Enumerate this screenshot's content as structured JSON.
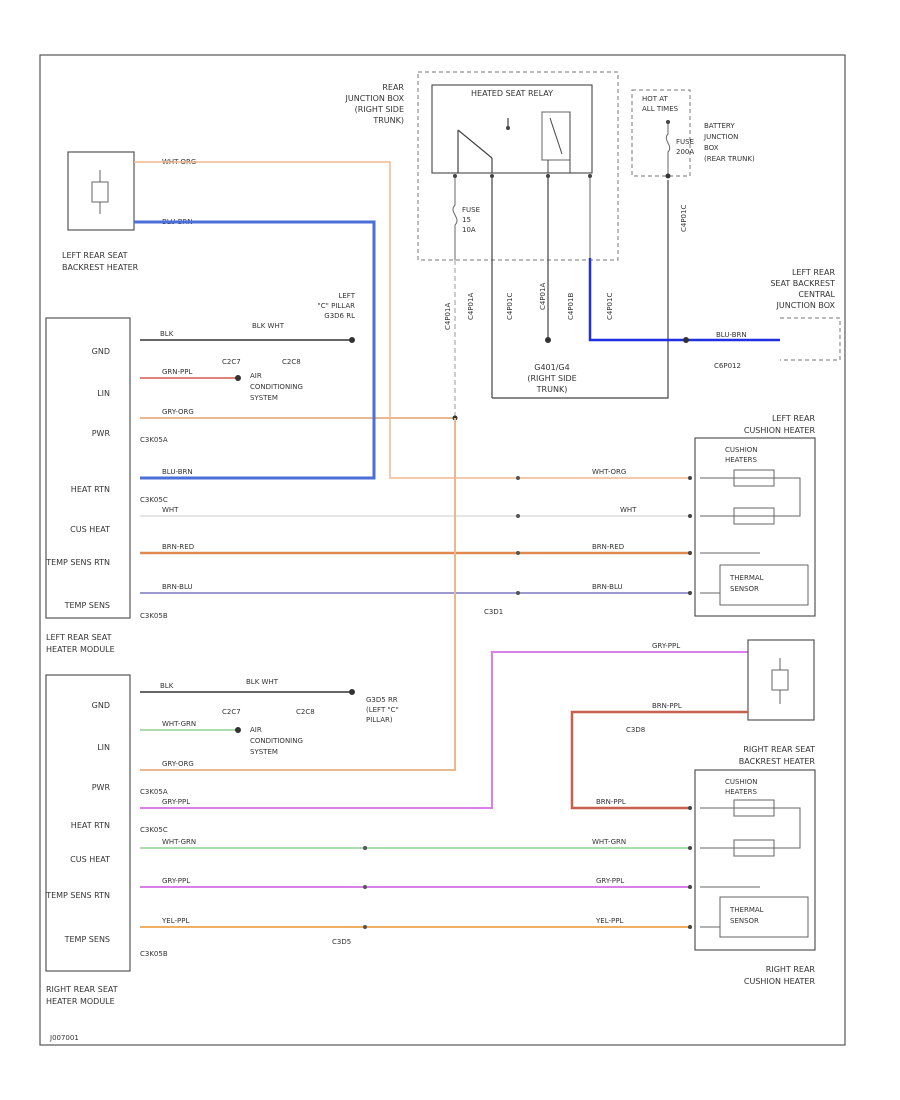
{
  "colors": {
    "wht_org": "#f0b890",
    "blu_brn": "#4a6fd8",
    "grn_red": "#e0837a",
    "gry_org": "#e8b890",
    "wht": "#cccccc",
    "brn_red": "#e08a50",
    "brn_blu": "#9a9ad0",
    "gry_ppl": "#d880e8",
    "wht_grn": "#90d090",
    "yel_ppl": "#f0b060",
    "brn_ppl": "#c86050",
    "blu": "#2030e0",
    "wire_dark": "#333333"
  },
  "relay": {
    "title": "HEATED SEAT RELAY",
    "junction_box": [
      "REAR",
      "JUNCTION BOX",
      "(RIGHT SIDE",
      "TRUNK)"
    ],
    "fuse": [
      "FUSE",
      "15",
      "10A"
    ],
    "connectors": [
      "C4P01A",
      "C4P01A",
      "C4P01C",
      "C4P01A",
      "C4P01B",
      "C4P01C"
    ]
  },
  "battery_box": {
    "hot": [
      "HOT AT",
      "ALL TIMES"
    ],
    "fuse": [
      "FUSE",
      "200A"
    ],
    "label": [
      "BATTERY",
      "JUNCTION",
      "BOX",
      "(REAR TRUNK)"
    ],
    "connector": "C4P01C"
  },
  "ground_trunk": [
    "G401/G4",
    "(RIGHT SIDE",
    "TRUNK)"
  ],
  "central_junction": {
    "label": [
      "LEFT REAR",
      "SEAT BACKREST",
      "CENTRAL",
      "JUNCTION BOX"
    ],
    "wire": "BLU-BRN",
    "connector": "C6P012"
  },
  "left_backrest": {
    "label": [
      "LEFT REAR SEAT",
      "BACKREST HEATER"
    ],
    "wire_top": "WHT-ORG",
    "wire_bottom": "BLU-BRN"
  },
  "left_module": {
    "label": [
      "LEFT REAR SEAT",
      "HEATER MODULE"
    ],
    "pins": [
      "GND",
      "LIN",
      "PWR",
      "HEAT RTN",
      "CUS HEAT",
      "TEMP SENS RTN",
      "TEMP SENS"
    ],
    "gnd_wire": "BLK",
    "gnd_connectors": [
      "C2C7",
      "C2C8"
    ],
    "gnd_splice": "BLK WHT",
    "gnd_point": [
      "LEFT",
      "\"C\" PILLAR",
      "G3D6 RL"
    ],
    "lin_wire": "GRN-PPL",
    "ac_system": [
      "AIR",
      "CONDITIONING",
      "SYSTEM"
    ],
    "pwr_wire": "GRY-ORG",
    "pwr_connector": "C3K05A",
    "heat_wire": "BLU-BRN",
    "heat_connector": "C3K05C",
    "cus_wire": "WHT",
    "temp_rtn_wire": "BRN-RED",
    "temp_wire": "BRN-BLU",
    "temp_connector": "C3K05B",
    "splice": "C3D1"
  },
  "left_cushion": {
    "title": [
      "LEFT REAR",
      "CUSHION HEATER"
    ],
    "cushion_label": [
      "CUSHION",
      "HEATERS"
    ],
    "sensor_label": [
      "THERMAL",
      "SENSOR"
    ],
    "wires": [
      "WHT-ORG",
      "WHT",
      "BRN-RED",
      "BRN-BLU"
    ]
  },
  "right_module": {
    "label": [
      "RIGHT REAR SEAT",
      "HEATER MODULE"
    ],
    "pins": [
      "GND",
      "LIN",
      "PWR",
      "HEAT RTN",
      "CUS HEAT",
      "TEMP SENS RTN",
      "TEMP SENS"
    ],
    "gnd_wire": "BLK",
    "gnd_connectors": [
      "C2C7",
      "C2C8"
    ],
    "gnd_splice": "BLK WHT",
    "gnd_point": [
      "G3D5 RR",
      "(LEFT \"C\"",
      "PILLAR)"
    ],
    "lin_wire": "WHT-GRN",
    "ac_system": [
      "AIR",
      "CONDITIONING",
      "SYSTEM"
    ],
    "pwr_wire": "GRY-ORG",
    "pwr_connector": "C3K05A",
    "heat_wire": "GRY-PPL",
    "heat_connector": "C3K05C",
    "cus_wire": "WHT-GRN",
    "temp_rtn_wire": "GRY-PPL",
    "temp_wire": "YEL-PPL",
    "temp_connector": "C3K05B",
    "splice": "C3D5"
  },
  "right_backrest": {
    "label": [
      "RIGHT REAR SEAT",
      "BACKREST HEATER"
    ],
    "wire_top": "GRY-PPL",
    "wire_bottom": "BRN-PPL",
    "connector": "C3D8"
  },
  "right_cushion": {
    "title": [
      "RIGHT REAR",
      "CUSHION HEATER"
    ],
    "cushion_label": [
      "CUSHION",
      "HEATERS"
    ],
    "sensor_label": [
      "THERMAL",
      "SENSOR"
    ],
    "wires": [
      "BRN-PPL",
      "WHT-GRN",
      "GRY-PPL",
      "YEL-PPL"
    ]
  },
  "footer_code": "J007001"
}
